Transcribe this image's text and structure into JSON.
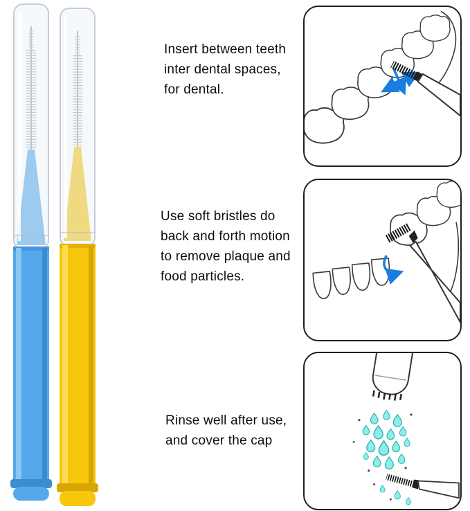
{
  "guide": {
    "steps": [
      {
        "lines": [
          "Insert between teeth",
          "inter dental spaces,",
          "for dental."
        ]
      },
      {
        "lines": [
          "Use soft bristles do",
          "back and forth motion",
          "to remove plaque and",
          "food particles."
        ]
      },
      {
        "lines": [
          "Rinse well after use,",
          "and cover the cap"
        ]
      }
    ]
  },
  "illustrations": [
    {
      "name": "brush-inserted-between-teeth"
    },
    {
      "name": "brush-back-and-forth-on-tooth"
    },
    {
      "name": "brush-rinsed-under-water"
    }
  ],
  "products": [
    {
      "name": "blue-interdental-brush-with-cap",
      "color": "#55a9ea"
    },
    {
      "name": "yellow-interdental-brush-with-cap",
      "color": "#f6c70b"
    }
  ],
  "colors": {
    "brush_blue": "#55a9ea",
    "brush_yellow": "#f6c70b",
    "motion_arrow_blue": "#1b7de0",
    "water_teal": "#8ceee8",
    "panel_border": "#1f1f1f",
    "line_art": "#3a3a3a"
  }
}
